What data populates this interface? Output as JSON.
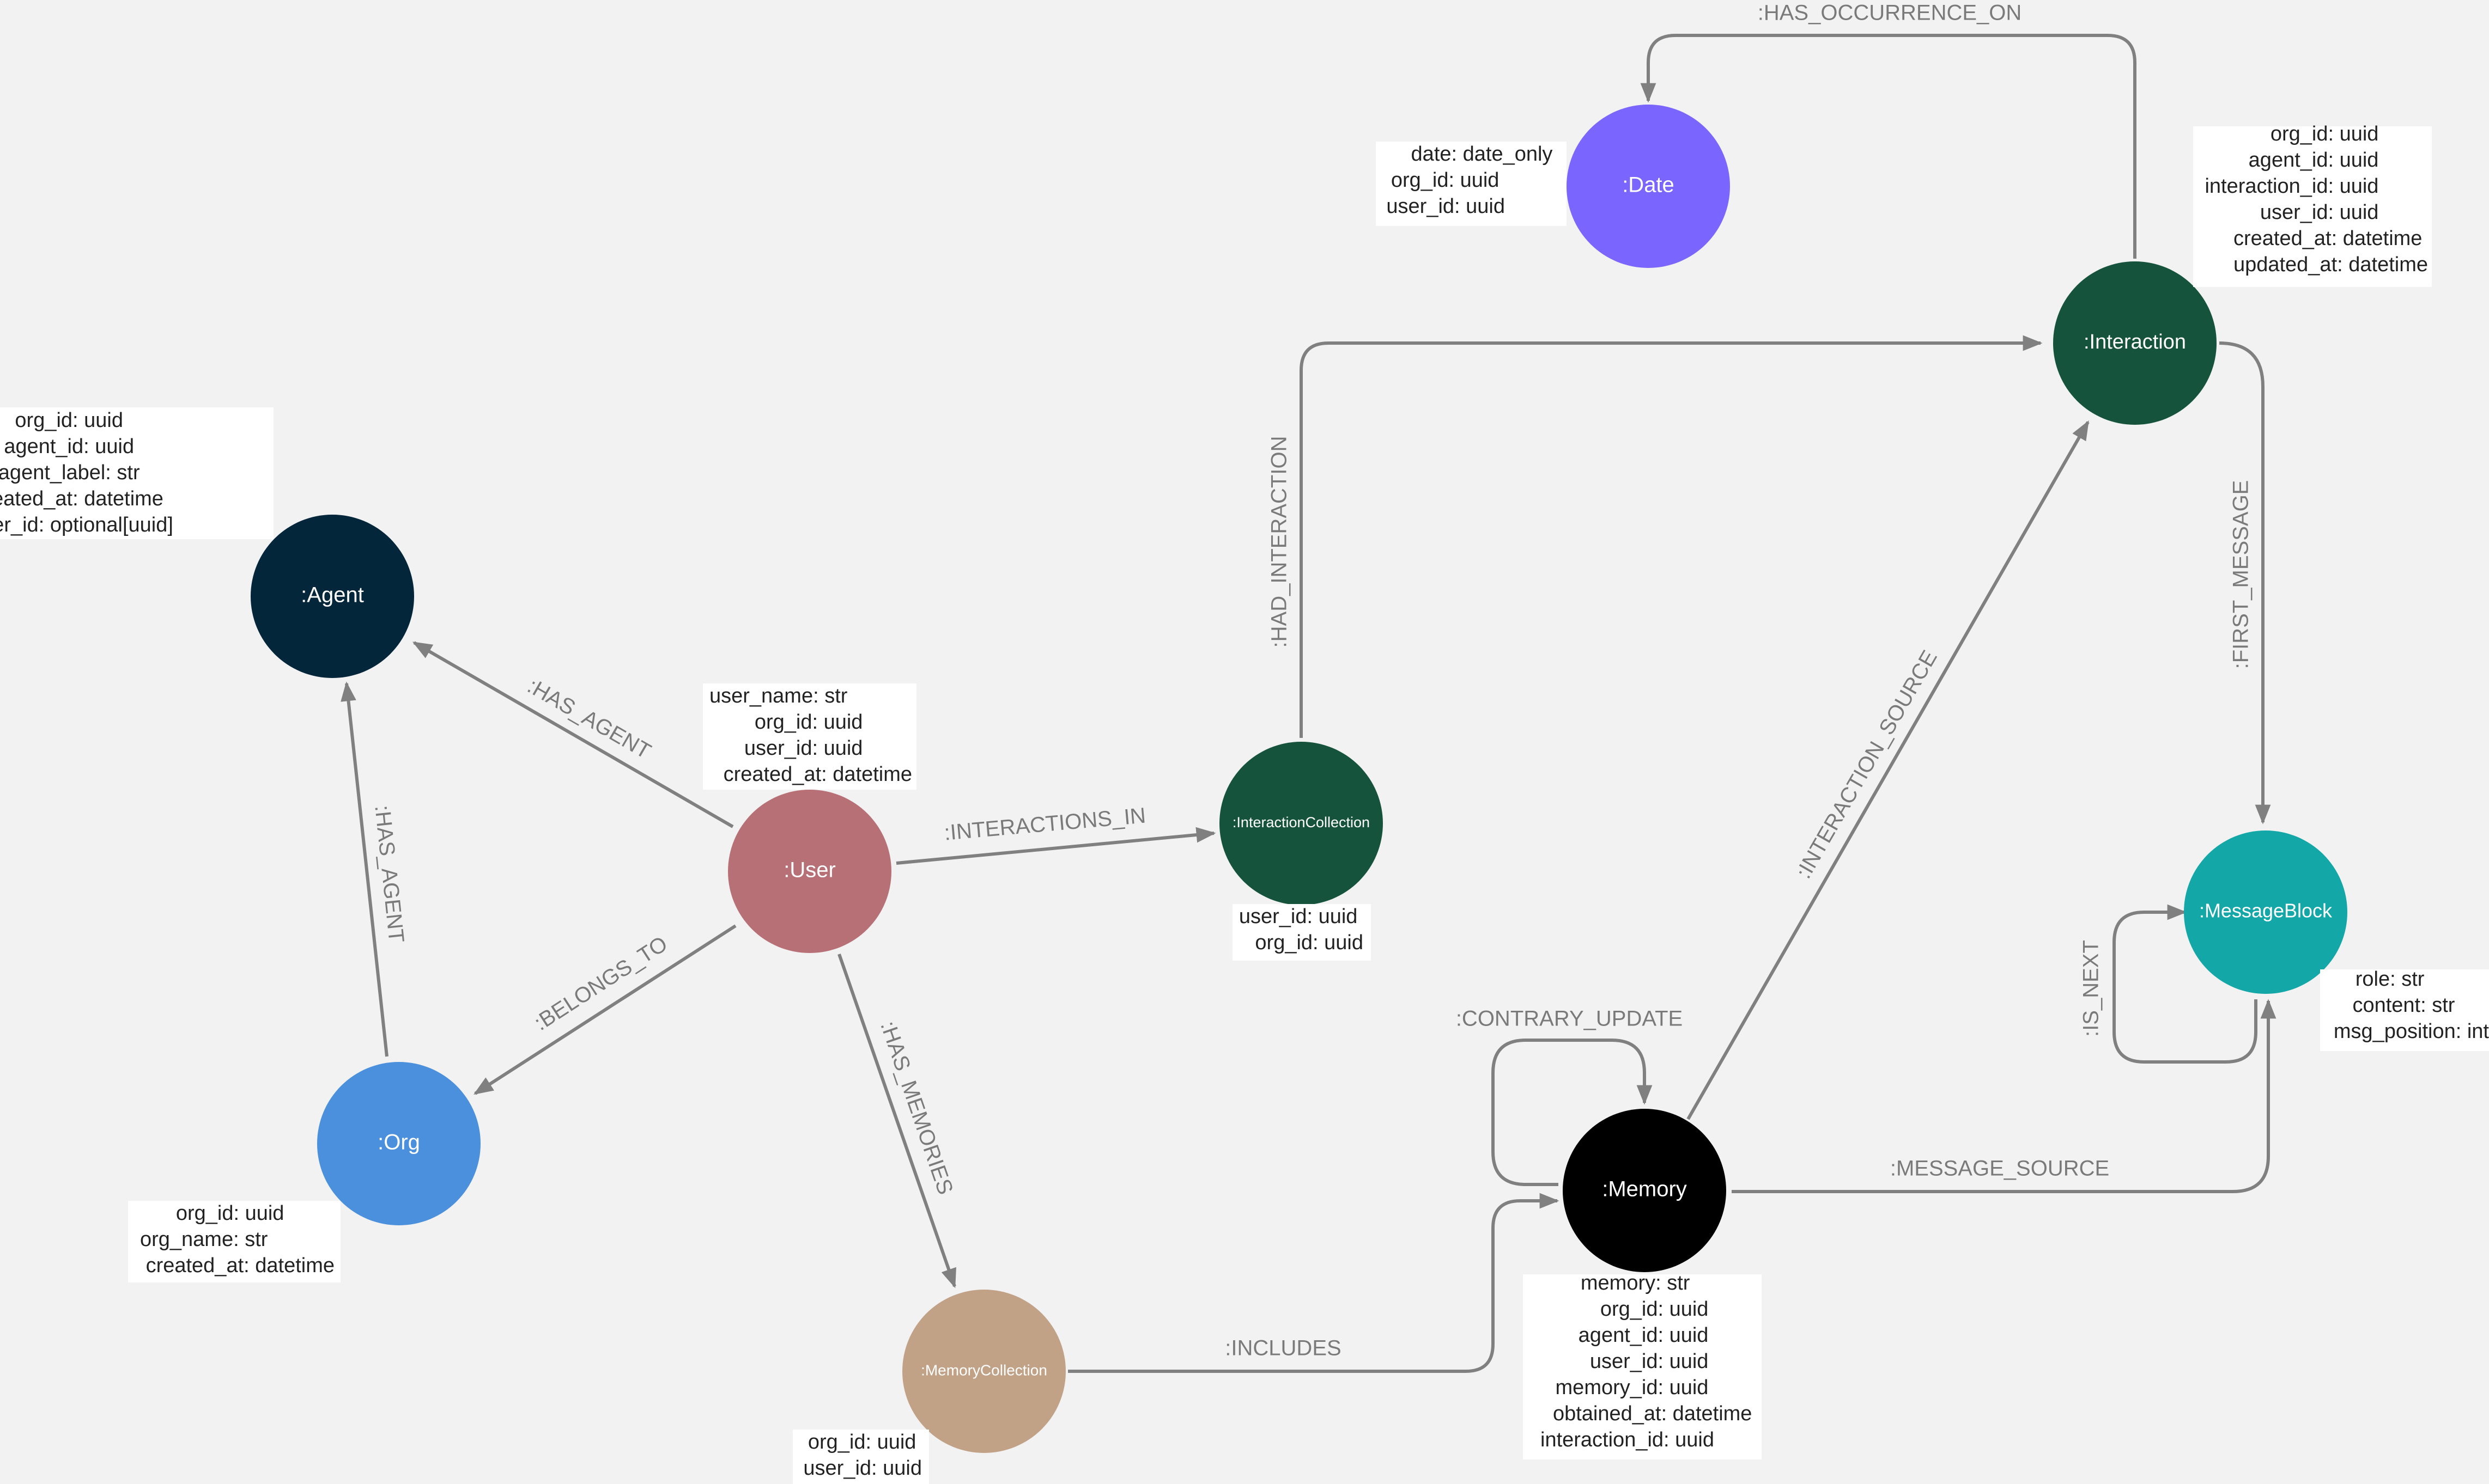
{
  "colors": {
    "background": "#f2f2f2",
    "edge": "#808080",
    "agent": "#03263a",
    "org": "#4a90dc",
    "user": "#b87077",
    "memory_collection": "#c1a287",
    "interaction_collection": "#16533d",
    "interaction": "#16533d",
    "date": "#7a66ff",
    "message_block": "#14a7a8",
    "memory": "#000000"
  },
  "nodes": {
    "agent": ":Agent",
    "org": ":Org",
    "user": ":User",
    "memory_collection": ":MemoryCollection",
    "interaction_collection": ":InteractionCollection",
    "interaction": ":Interaction",
    "date": ":Date",
    "message_block": ":MessageBlock",
    "memory": ":Memory"
  },
  "edges": {
    "user_has_agent": ":HAS_AGENT",
    "org_has_agent": ":HAS_AGENT",
    "belongs_to": ":BELONGS_TO",
    "interactions_in": ":INTERACTIONS_IN",
    "has_memories": ":HAS_MEMORIES",
    "had_interaction": ":HAD_INTERACTION",
    "includes": ":INCLUDES",
    "has_occurrence_on": ":HAS_OCCURRENCE_ON",
    "first_message": ":FIRST_MESSAGE",
    "interaction_source": ":INTERACTION_SOURCE",
    "is_next": ":IS_NEXT",
    "contrary_update": ":CONTRARY_UPDATE",
    "message_source": ":MESSAGE_SOURCE"
  },
  "properties": {
    "agent": [
      "org_id: uuid",
      "agent_id: uuid",
      "agent_label: str",
      "created_at: datetime",
      "user_id: optional[uuid]"
    ],
    "user": [
      "user_name: str",
      "org_id: uuid",
      "user_id: uuid",
      "created_at: datetime"
    ],
    "org": [
      "org_id: uuid",
      "org_name: str",
      "created_at: datetime"
    ],
    "interaction_collection": [
      "user_id: uuid",
      "org_id: uuid"
    ],
    "memory_collection": [
      "org_id: uuid",
      "user_id: uuid"
    ],
    "date": [
      "date: date_only",
      "org_id: uuid",
      "user_id: uuid"
    ],
    "interaction": [
      "org_id: uuid",
      "agent_id: uuid",
      "interaction_id: uuid",
      "user_id: uuid",
      "created_at: datetime",
      "updated_at: datetime"
    ],
    "message_block": [
      "role: str",
      "content: str",
      "msg_position: int"
    ],
    "memory": [
      "memory: str",
      "org_id: uuid",
      "agent_id: uuid",
      "user_id: uuid",
      "memory_id: uuid",
      "obtained_at: datetime",
      "interaction_id: uuid"
    ]
  }
}
